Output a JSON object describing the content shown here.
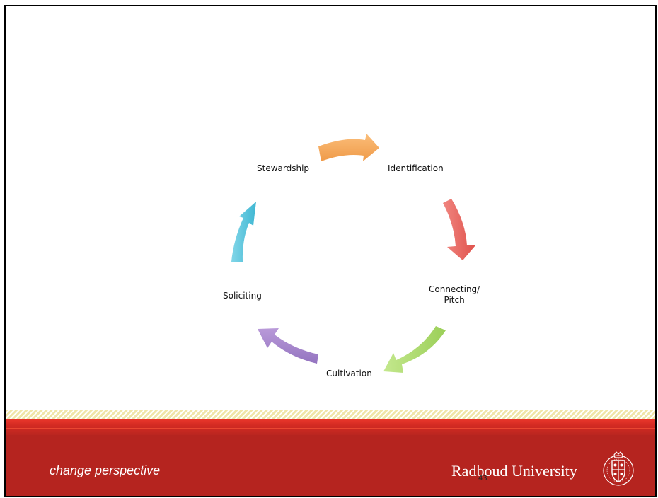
{
  "diagram": {
    "nodes": [
      {
        "id": "identification",
        "label": "Identification"
      },
      {
        "id": "connecting",
        "label": "Connecting/\nPitch"
      },
      {
        "id": "cultivation",
        "label": "Cultivation"
      },
      {
        "id": "soliciting",
        "label": "Soliciting"
      },
      {
        "id": "stewardship",
        "label": "Stewardship"
      }
    ],
    "arrow_colors": {
      "stewardship_to_identification": "#f4a55a",
      "identification_to_connecting": "#e9605a",
      "connecting_to_cultivation": "#a8d867",
      "cultivation_to_soliciting": "#a17fc9",
      "soliciting_to_stewardship": "#4ec3db"
    }
  },
  "footer": {
    "tagline": "change perspective",
    "brand": "Radboud University",
    "page_number": "43",
    "band_color": "#b5241f"
  }
}
